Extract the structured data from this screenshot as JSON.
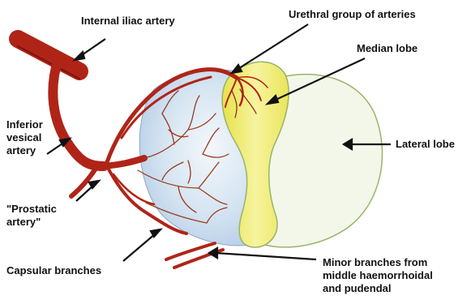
{
  "labels": {
    "internal_iliac": "Internal iliac artery",
    "urethral_group": "Urethral group of arteries",
    "median_lobe": "Median lobe",
    "lateral_lobe": "Lateral lobe",
    "inferior_vesical_1": "Inferior",
    "inferior_vesical_2": "vesical",
    "inferior_vesical_3": "artery",
    "prostatic_1": "\"Prostatic",
    "prostatic_2": "artery\"",
    "capsular": "Capsular branches",
    "minor_1": "Minor branches from",
    "minor_2": "middle haemorrhoidal",
    "minor_3": "and pudendal"
  },
  "colors": {
    "artery": "#b02418",
    "artery_dark": "#7a140c",
    "lateral_lobe_fill": "#f3f7e9",
    "lobe_blue": "#c9dcee",
    "median_lobe": "#f2ee6a",
    "lobe_outline": "#9ab36a"
  }
}
